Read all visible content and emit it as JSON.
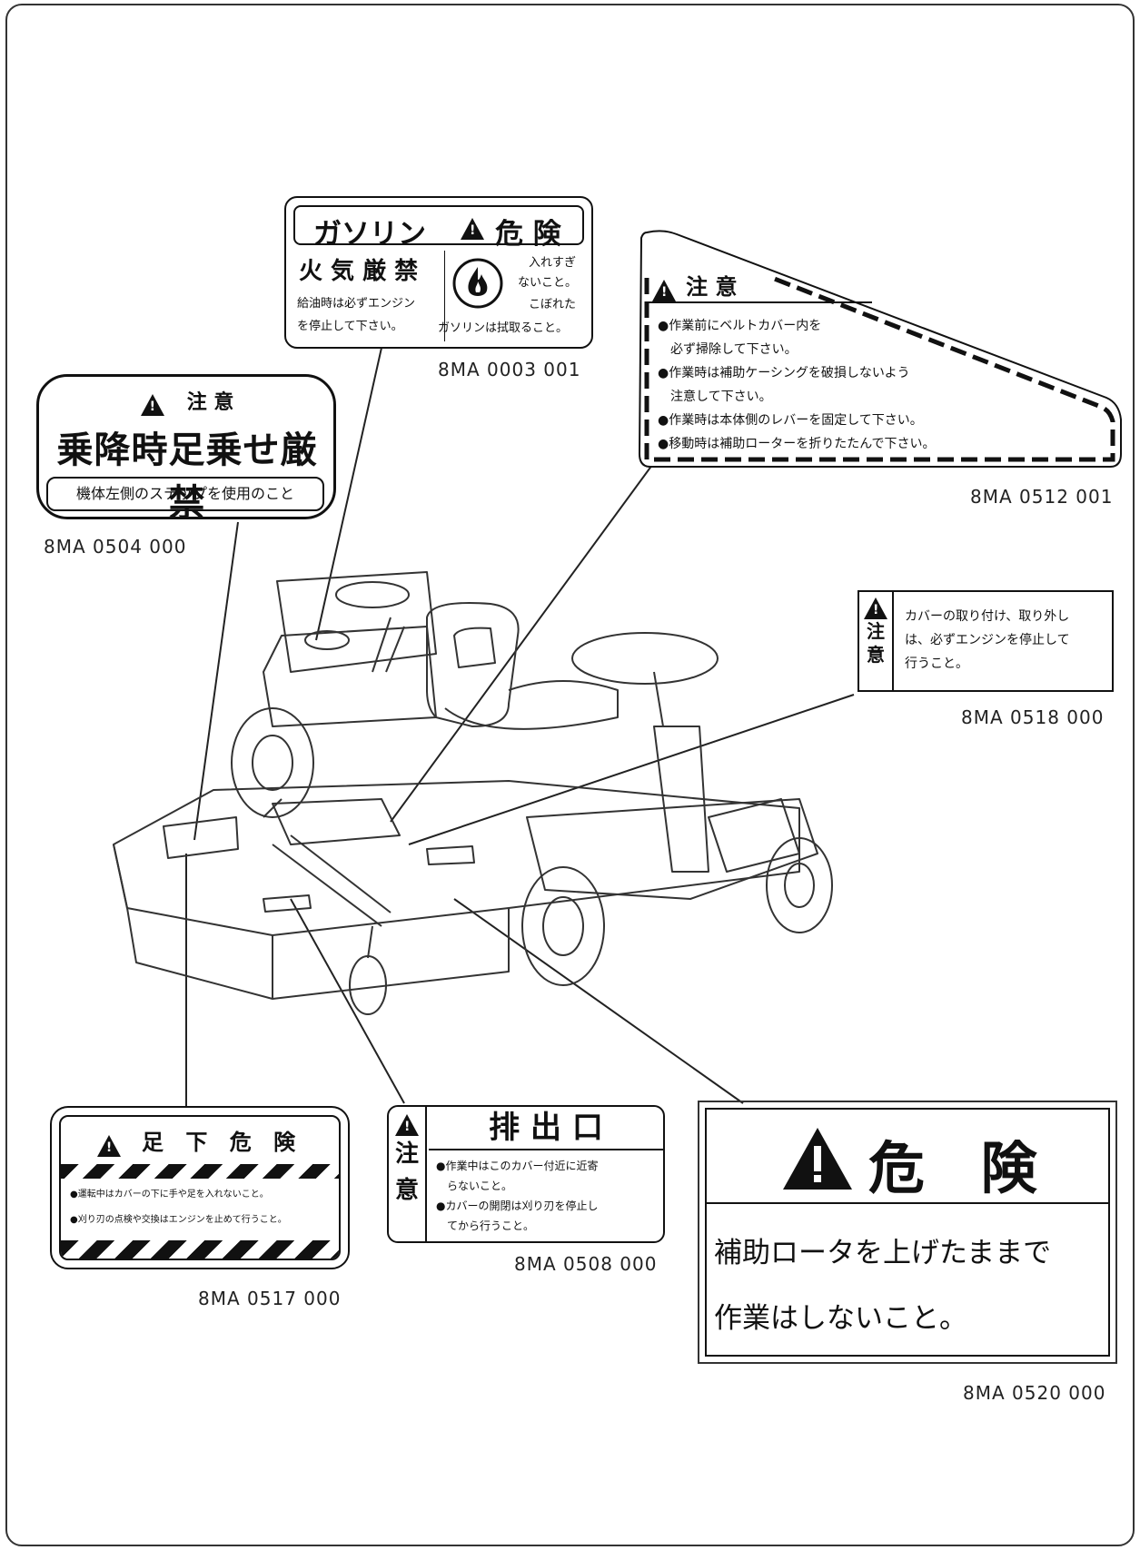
{
  "labels": {
    "gasoline": {
      "title_left": "ガソリン",
      "title_right": "危 険",
      "subtitle": "火 気 厳 禁",
      "text_left": [
        "給油時は必ずエンジン",
        "を停止して下さい。"
      ],
      "text_right": [
        "入れすぎ",
        "ないこと。",
        "こぼれた",
        "ガソリンは拭取ること。"
      ],
      "code": "8MA 0003 001"
    },
    "boarding": {
      "header": "注 意",
      "main": "乗降時足乗せ厳禁",
      "sub": "機体左側のステップを使用のこと",
      "code": "8MA 0504 000"
    },
    "belt_cover": {
      "header": "注 意",
      "lines": [
        "●作業前にベルトカバー内を",
        "　必ず掃除して下さい。",
        "●作業時は補助ケーシングを破損しないよう",
        "　注意して下さい。",
        "●作業時は本体側のレバーを固定して下さい。",
        "●移動時は補助ローターを折りたたんで下さい。"
      ],
      "code": "8MA 0512 001"
    },
    "cover_removal": {
      "side": [
        "注",
        "意"
      ],
      "lines": [
        "カバーの取り付け、取り外し",
        "は、必ずエンジンを停止して",
        "行うこと。"
      ],
      "code": "8MA 0518 000"
    },
    "foot_danger": {
      "header": "足 下 危 険",
      "lines": [
        "●運転中はカバーの下に手や足を入れないこと。",
        "●刈り刃の点検や交換はエンジンを止めて行うこと。"
      ],
      "code": "8MA 0517 000"
    },
    "discharge": {
      "side": [
        "注",
        "意"
      ],
      "title": "排 出 口",
      "lines": [
        "●作業中はこのカバー付近に近寄",
        "　らないこと。",
        "●カバーの開閉は刈り刃を停止し",
        "　てから行うこと。"
      ],
      "code": "8MA 0508 000"
    },
    "rotor_danger": {
      "header": "危 険",
      "lines": [
        "補助ロータを上げたままで",
        "作業はしないこと。"
      ],
      "code": "8MA 0520 000"
    }
  }
}
